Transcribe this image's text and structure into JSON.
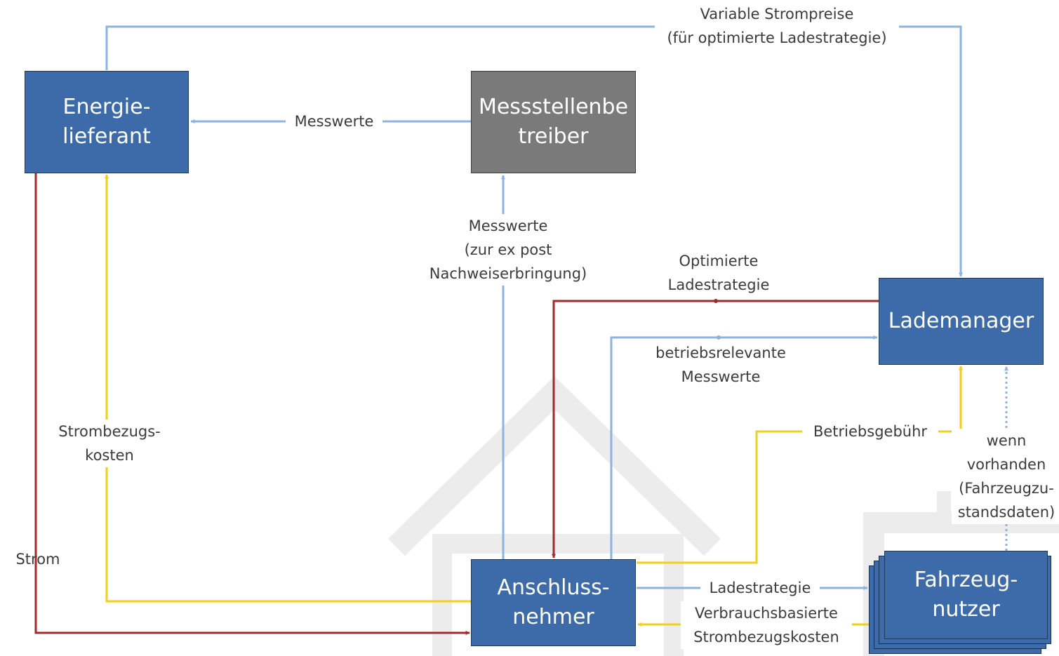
{
  "nodes": {
    "energielieferant": "Energie-\nlieferant",
    "messstellenbetreiber": "Messstellenbe\ntreiber",
    "lademanager": "Lademanager",
    "anschlussnehmer": "Anschluss-\nnehmer",
    "fahrzeugnutzer": "Fahrzeug-\nnutzer"
  },
  "edges": {
    "variable_strompreise": "Variable Strompreise\n(für optimierte Ladestrategie)",
    "messwerte_top": "Messwerte",
    "messwerte_middle": "Messwerte\n(zur ex post\nNachweiserbringung)",
    "optimierte_ladestrategie": "Optimierte\nLadestrategie",
    "betriebsrelevante_messwerte": "betriebsrelevante\nMesswerte",
    "betriebsgebuehr": "Betriebsgebühr",
    "wenn_vorhanden": "wenn\nvorhanden\n(Fahrzeugzu-\nstandsdaten)",
    "strombezugskosten": "Strombezugs-\nkosten",
    "strom": "Strom",
    "ladestrategie": "Ladestrategie",
    "verbrauchsbasierte": "Verbrauchsbasierte\nStrombezugskosten"
  },
  "colors": {
    "box_blue": "#3d6aa8",
    "box_gray": "#7a7a7a",
    "line_blue": "#8db3e2",
    "line_yellow": "#f2cf1d",
    "line_red": "#a32a2a",
    "watermark": "#ececec",
    "text": "#3b3b3b"
  }
}
